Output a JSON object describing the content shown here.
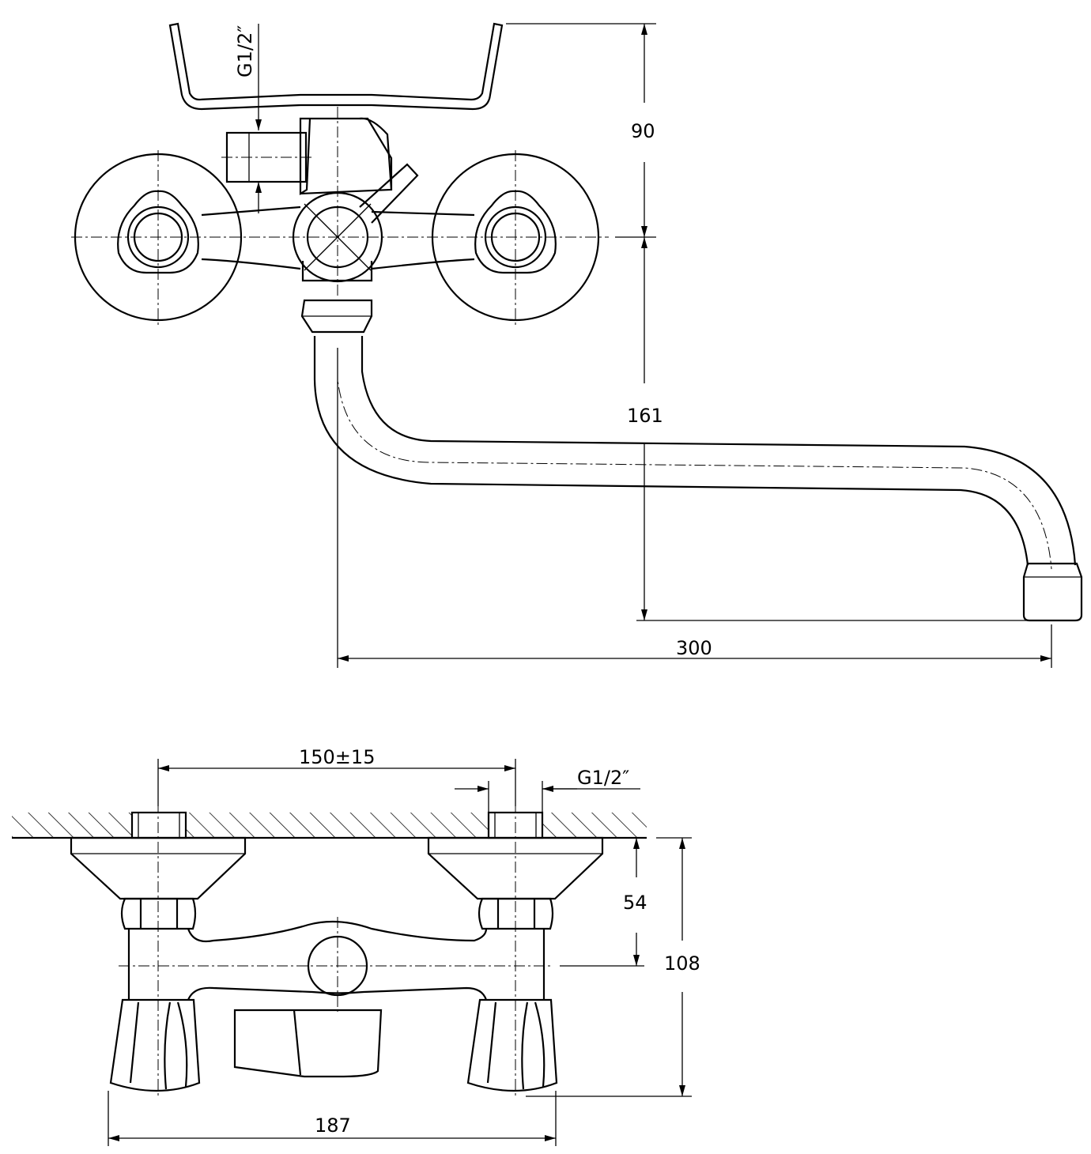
{
  "drawing": {
    "top_view": {
      "thread_label": "G1/2″",
      "dim_height_handle": "90",
      "dim_height_spout": "161",
      "dim_spout_reach": "300"
    },
    "front_view": {
      "dim_center_distance": "150±15",
      "thread_label": "G1/2″",
      "dim_body_offset": "54",
      "dim_total_depth": "108",
      "dim_total_width": "187"
    }
  }
}
